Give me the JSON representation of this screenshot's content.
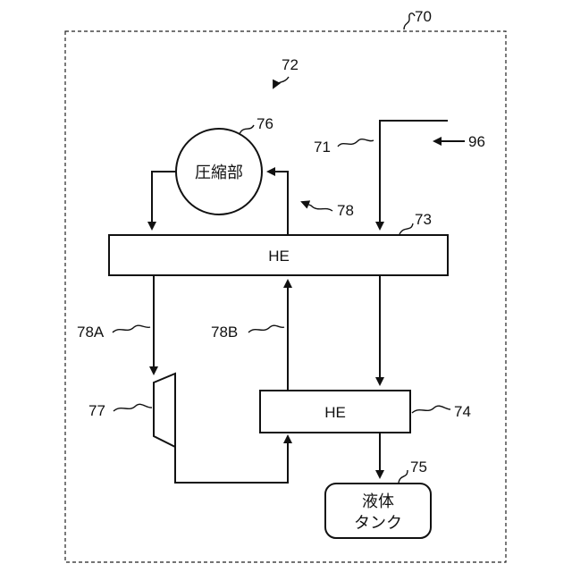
{
  "diagram": {
    "refs": {
      "system": "70",
      "line_in": "71",
      "cycle": "72",
      "he_main": "73",
      "he_sub": "74",
      "tank": "75",
      "compressor": "76",
      "expander": "77",
      "loop": "78",
      "loop_a": "78A",
      "loop_b": "78B",
      "inflow": "96"
    },
    "he_main_label": "HE",
    "he_sub_label": "HE",
    "compressor_label": "圧縮部",
    "tank_label_line1": "液体",
    "tank_label_line2": "タンク"
  }
}
